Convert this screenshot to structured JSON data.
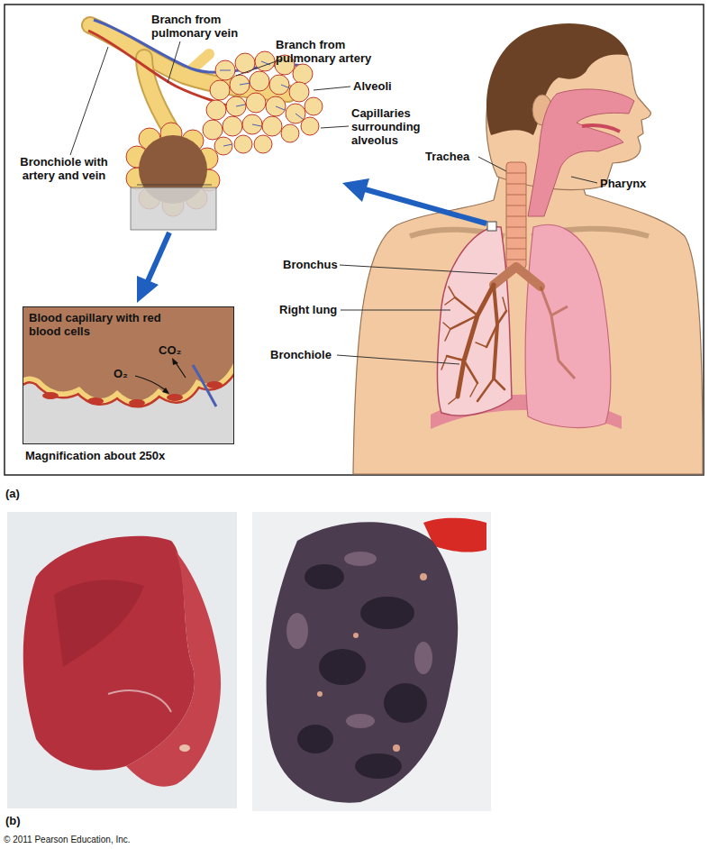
{
  "diagram": {
    "nodes": [
      {
        "text": [
          "Blood capillary with red blood cells",
          "CO₂",
          "O₂"
        ]
      }
    ],
    "labels": [
      "Branch from pulmonary vein",
      "Branch from pulmonary artery",
      "Alveoli",
      "Capillaries surrounding alveolus",
      "Bronchiole with artery and vein",
      "Trachea",
      "Pharynx",
      "Bronchus",
      "Right lung",
      "Bronchiole",
      "Magnification about 250x",
      "(a)",
      "(b)",
      "© 2011 Pearson Education, Inc."
    ]
  }
}
